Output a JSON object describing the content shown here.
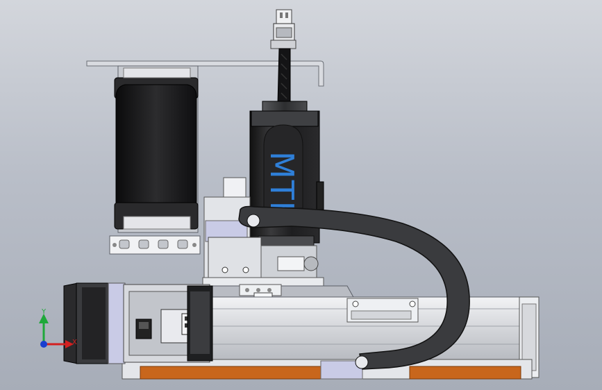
{
  "model": {
    "brand_text": "MTK",
    "colors": {
      "background_top": "#d3d6dc",
      "background_bottom": "#a7adb8",
      "metal_light": "#e6e8ec",
      "metal_mid": "#c9ccd2",
      "metal_dark": "#8e939b",
      "motor_black": "#1c1c1e",
      "cable_chain": "#3a3b3e",
      "orange_strip": "#c8661c",
      "panel_blue": "#c9cbe6",
      "brand_blue": "#2f7fd8"
    }
  },
  "triad": {
    "y_label": "Y",
    "x_label": "X",
    "y_color": "#1fa83a",
    "x_color": "#d32020",
    "z_color": "#1a3fd0"
  }
}
